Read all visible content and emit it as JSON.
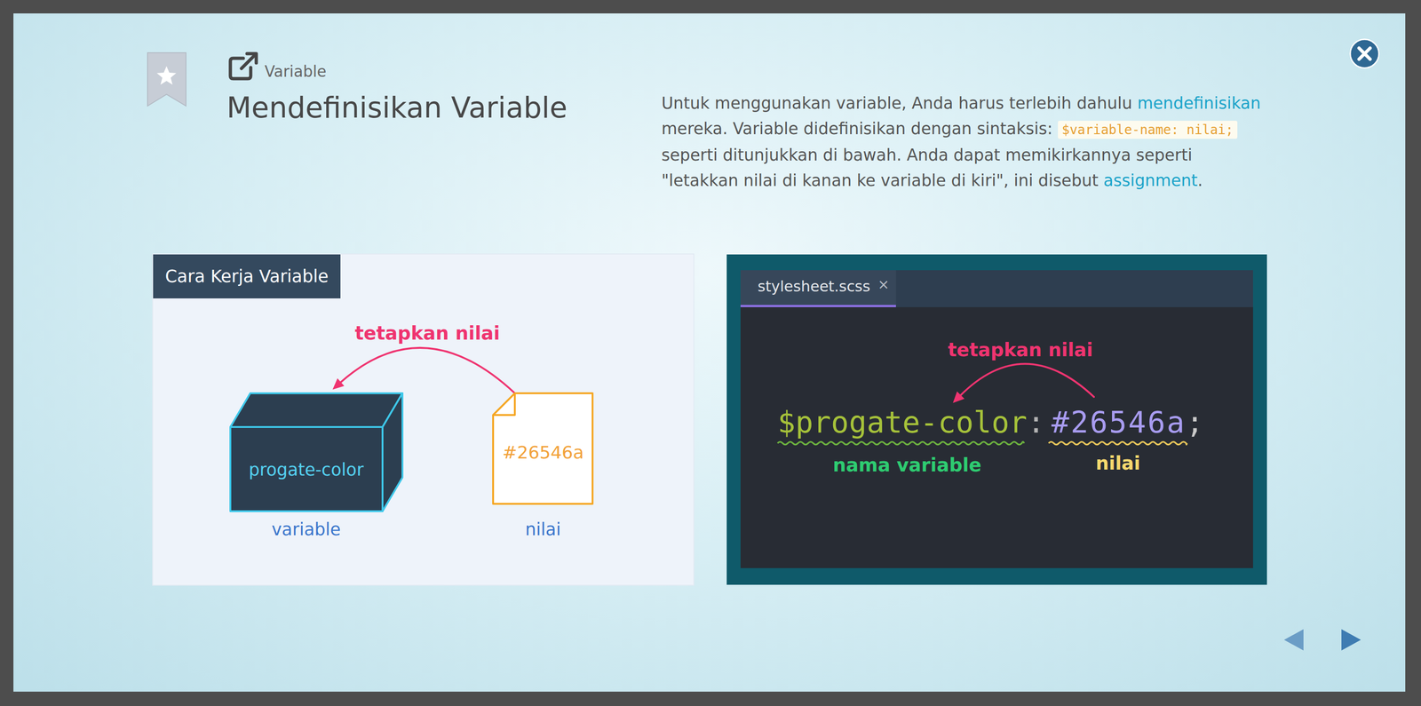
{
  "diagram": {
    "title": "Mendefinisikan Variable",
    "nodes": [
      {
        "text": [
          "Cara Kerja Variable"
        ]
      },
      {
        "text": [
          "progate-color",
          "variable"
        ],
        "in": 0
      },
      {
        "text": [
          "#26546a",
          "nilai"
        ],
        "in": 0
      }
    ],
    "edges": [
      {
        "from": 2,
        "to": 1,
        "arrow": "to",
        "label": "tetapkan nilai"
      }
    ],
    "labels": [
      "Variable",
      "Untuk menggunakan variable, Anda harus terlebih dahulu",
      "mendefinisikan",
      "mereka. Variable didefinisikan dengan sintaksis:",
      "$variable-name: nilai;",
      "seperti ditunjukkan di bawah. Anda dapat memikirkannya seperti \"letakkan nilai di kanan ke variable di kiri\", ini disebut",
      "assignment",
      ".",
      "stylesheet.scss",
      "×",
      "tetapkan nilai",
      "$progate-color",
      ":",
      "#26546a",
      ";",
      "nama variable",
      "nilai"
    ]
  }
}
